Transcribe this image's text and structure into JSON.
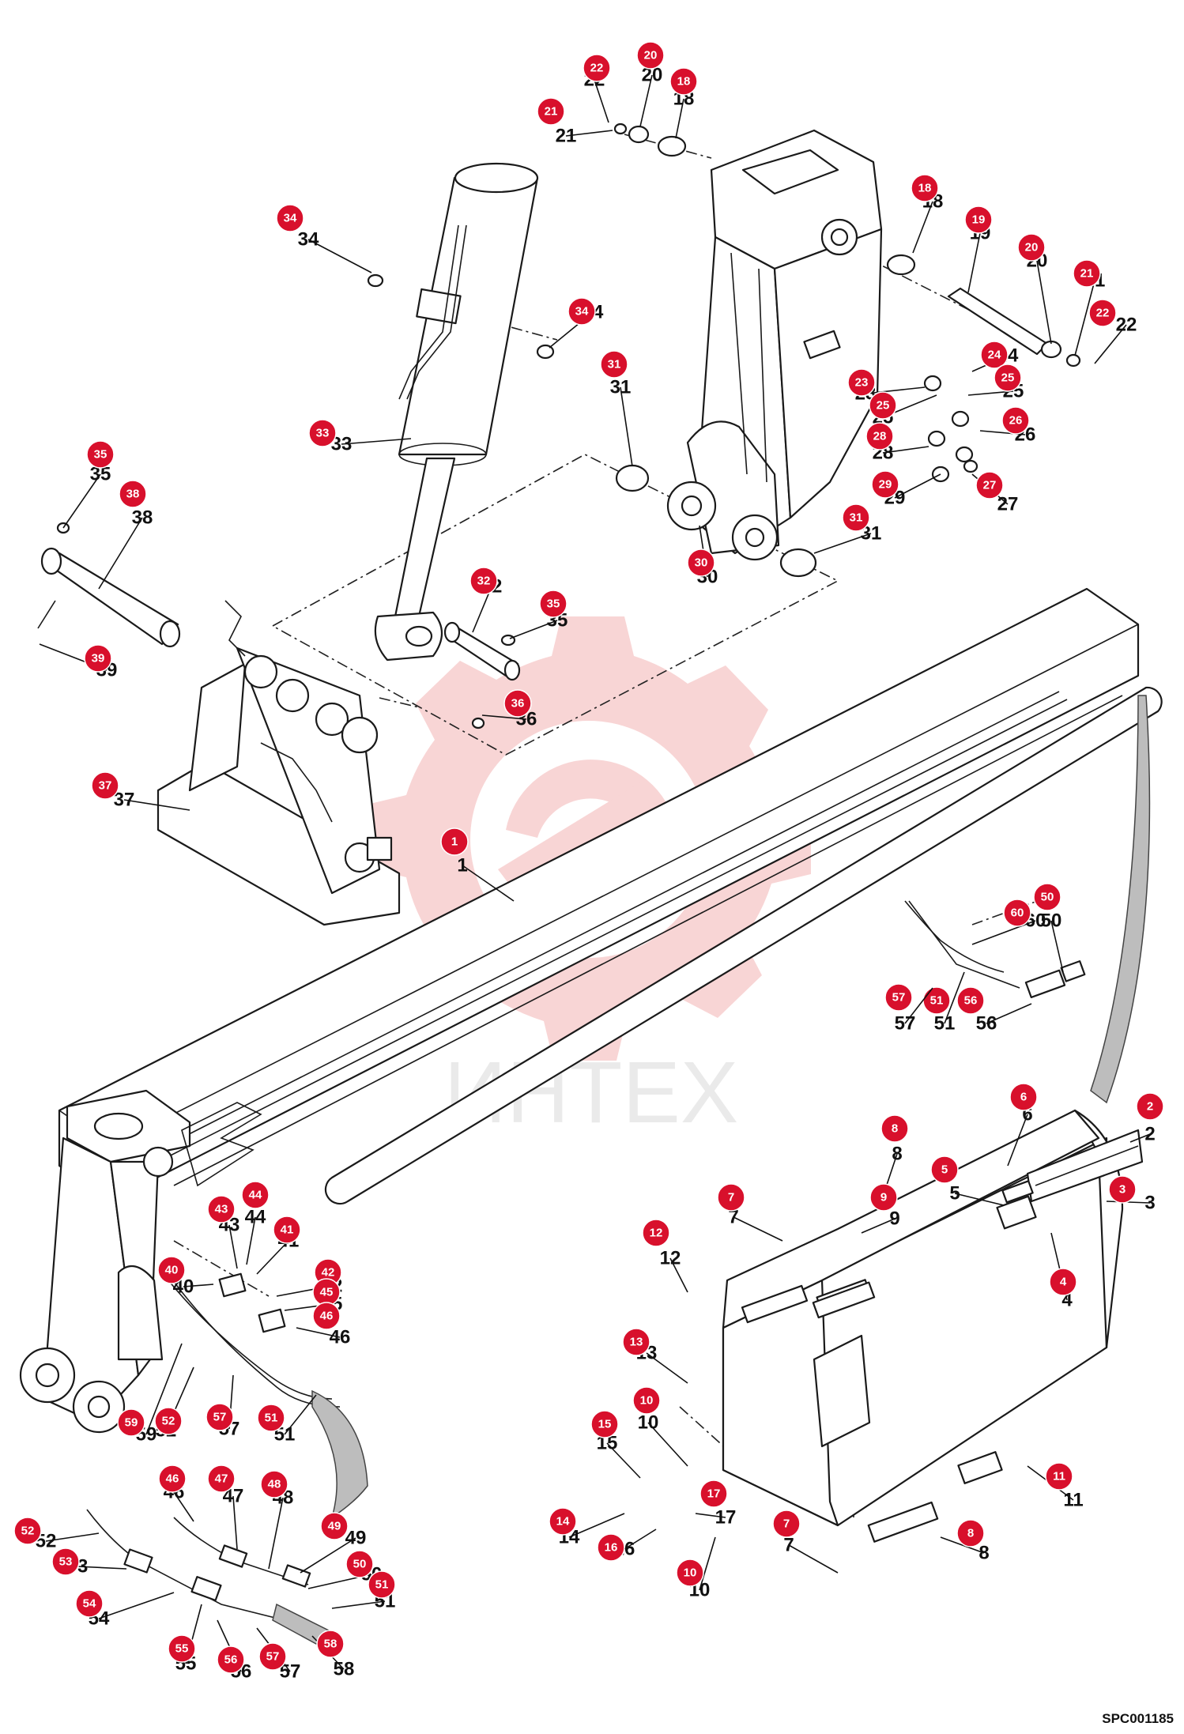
{
  "document_code": "SPC001185",
  "watermark": {
    "text": "ИНТЕХ",
    "color": "#f0b7b7"
  },
  "colors": {
    "callout": "#d8102c",
    "line": "#1a1a1a"
  },
  "callouts": [
    {
      "id": "c1",
      "label": "1"
    },
    {
      "id": "c2",
      "label": "2"
    },
    {
      "id": "c3",
      "label": "3"
    },
    {
      "id": "c4",
      "label": "4"
    },
    {
      "id": "c5",
      "label": "5"
    },
    {
      "id": "c6",
      "label": "6"
    },
    {
      "id": "c7a",
      "label": "7"
    },
    {
      "id": "c7b",
      "label": "7"
    },
    {
      "id": "c8a",
      "label": "8"
    },
    {
      "id": "c8b",
      "label": "8"
    },
    {
      "id": "c9",
      "label": "9"
    },
    {
      "id": "c10a",
      "label": "10"
    },
    {
      "id": "c10b",
      "label": "10"
    },
    {
      "id": "c11",
      "label": "11"
    },
    {
      "id": "c12",
      "label": "12"
    },
    {
      "id": "c13",
      "label": "13"
    },
    {
      "id": "c14",
      "label": "14"
    },
    {
      "id": "c15",
      "label": "15"
    },
    {
      "id": "c16",
      "label": "16"
    },
    {
      "id": "c17",
      "label": "17"
    },
    {
      "id": "c18a",
      "label": "18"
    },
    {
      "id": "c18b",
      "label": "18"
    },
    {
      "id": "c19",
      "label": "19"
    },
    {
      "id": "c20a",
      "label": "20"
    },
    {
      "id": "c20b",
      "label": "20"
    },
    {
      "id": "c21a",
      "label": "21"
    },
    {
      "id": "c21b",
      "label": "21"
    },
    {
      "id": "c22a",
      "label": "22"
    },
    {
      "id": "c22b",
      "label": "22"
    },
    {
      "id": "c23",
      "label": "23"
    },
    {
      "id": "c24",
      "label": "24"
    },
    {
      "id": "c25a",
      "label": "25"
    },
    {
      "id": "c25b",
      "label": "25"
    },
    {
      "id": "c26",
      "label": "26"
    },
    {
      "id": "c27",
      "label": "27"
    },
    {
      "id": "c28",
      "label": "28"
    },
    {
      "id": "c29",
      "label": "29"
    },
    {
      "id": "c30",
      "label": "30"
    },
    {
      "id": "c31a",
      "label": "31"
    },
    {
      "id": "c31b",
      "label": "31"
    },
    {
      "id": "c32",
      "label": "32"
    },
    {
      "id": "c33",
      "label": "33"
    },
    {
      "id": "c34a",
      "label": "34"
    },
    {
      "id": "c34b",
      "label": "34"
    },
    {
      "id": "c35a",
      "label": "35"
    },
    {
      "id": "c35b",
      "label": "35"
    },
    {
      "id": "c36",
      "label": "36"
    },
    {
      "id": "c37",
      "label": "37"
    },
    {
      "id": "c38",
      "label": "38"
    },
    {
      "id": "c39",
      "label": "39"
    },
    {
      "id": "c40",
      "label": "40"
    },
    {
      "id": "c41",
      "label": "41"
    },
    {
      "id": "c42",
      "label": "42"
    },
    {
      "id": "c43",
      "label": "43"
    },
    {
      "id": "c44",
      "label": "44"
    },
    {
      "id": "c45",
      "label": "45"
    },
    {
      "id": "c46a",
      "label": "46"
    },
    {
      "id": "c46b",
      "label": "46"
    },
    {
      "id": "c47",
      "label": "47"
    },
    {
      "id": "c48",
      "label": "48"
    },
    {
      "id": "c49",
      "label": "49"
    },
    {
      "id": "c50a",
      "label": "50"
    },
    {
      "id": "c50b",
      "label": "50"
    },
    {
      "id": "c51a",
      "label": "51"
    },
    {
      "id": "c51b",
      "label": "51"
    },
    {
      "id": "c51c",
      "label": "51"
    },
    {
      "id": "c52a",
      "label": "52"
    },
    {
      "id": "c52b",
      "label": "52"
    },
    {
      "id": "c53",
      "label": "53"
    },
    {
      "id": "c54",
      "label": "54"
    },
    {
      "id": "c55",
      "label": "55"
    },
    {
      "id": "c56a",
      "label": "56"
    },
    {
      "id": "c56b",
      "label": "56"
    },
    {
      "id": "c57a",
      "label": "57"
    },
    {
      "id": "c57b",
      "label": "57"
    },
    {
      "id": "c57c",
      "label": "57"
    },
    {
      "id": "c58",
      "label": "58"
    },
    {
      "id": "c59",
      "label": "59"
    },
    {
      "id": "c60",
      "label": "60"
    }
  ]
}
